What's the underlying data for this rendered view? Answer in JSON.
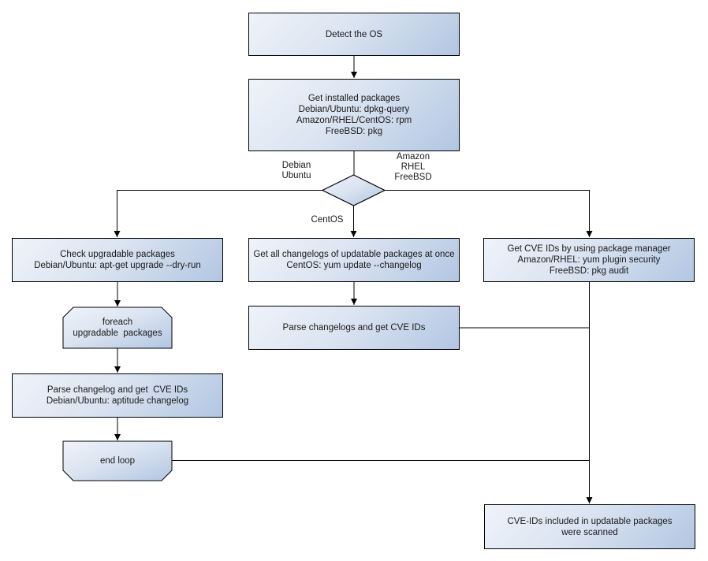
{
  "colors": {
    "background": "#ffffff",
    "node_fill_light": "#eff3fa",
    "node_fill_dark": "#b2c6e2",
    "node_border": "#000000",
    "connector": "#000000",
    "text": "#1a1a1a"
  },
  "flowchart": {
    "nodes": {
      "detect_os": "Detect the OS",
      "get_installed_packages": "Get installed packages\nDebian/Ubuntu: dpkg-query\nAmazon/RHEL/CentOS: rpm\nFreeBSD: pkg",
      "check_upgradable": "Check upgradable packages\nDebian/Ubuntu: apt-get upgrade --dry-run",
      "foreach_loop": "foreach\nupgradable  packages",
      "parse_changelog_debian": "Parse changelog and get  CVE IDs\nDebian/Ubuntu: aptitude changelog",
      "end_loop": "end loop",
      "get_all_changelogs": "Get all changelogs of updatable packages at once\nCentOS: yum update --changelog",
      "parse_changelogs_centos": "Parse changelogs and get CVE IDs",
      "get_cve_package_manager": "Get CVE IDs by using package manager\nAmazon/RHEL: yum plugin security\nFreeBSD: pkg audit",
      "result": "CVE-IDs included in updatable packages\nwere scanned"
    },
    "branch_labels": {
      "debian_ubuntu": "Debian\nUbuntu",
      "amazon_rhel_freebsd": "Amazon\nRHEL\nFreeBSD",
      "centos": "CentOS"
    }
  }
}
